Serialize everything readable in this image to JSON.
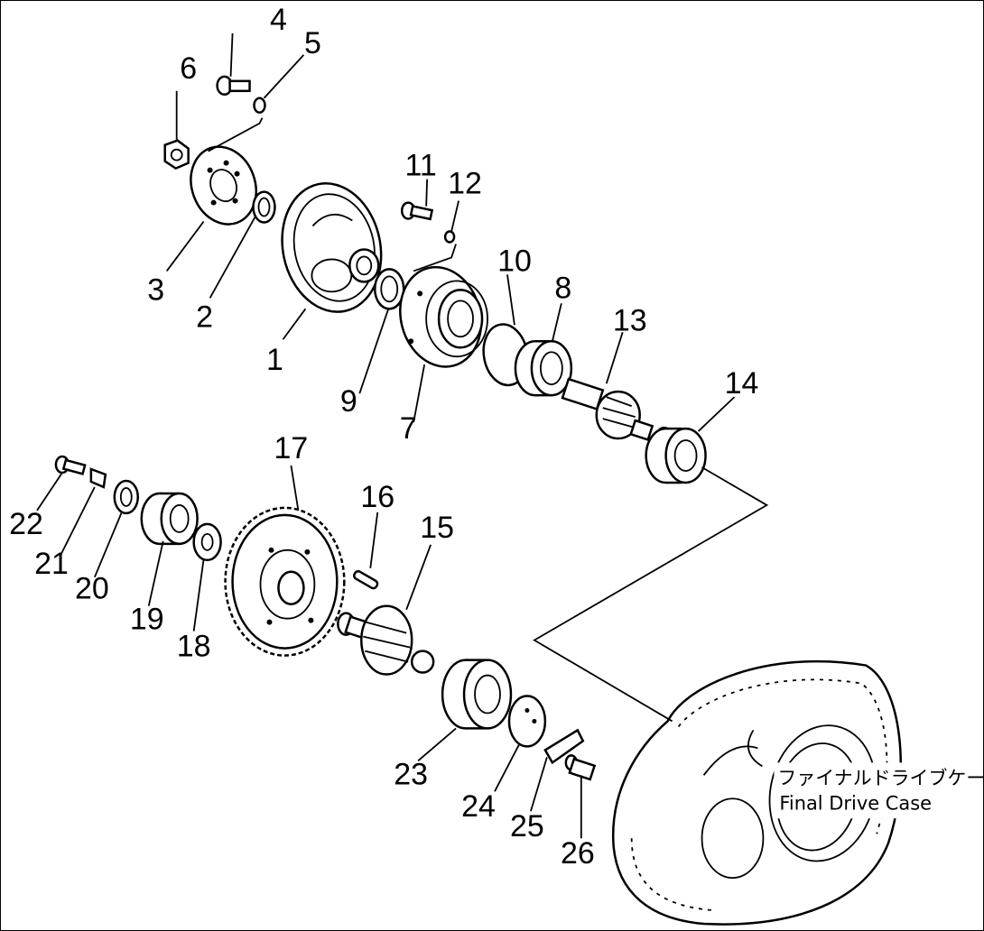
{
  "callouts": {
    "n1": "1",
    "n2": "2",
    "n3": "3",
    "n4": "4",
    "n5": "5",
    "n6": "6",
    "n7": "7",
    "n8": "8",
    "n9": "9",
    "n10": "10",
    "n11": "11",
    "n12": "12",
    "n13": "13",
    "n14": "14",
    "n15": "15",
    "n16": "16",
    "n17": "17",
    "n18": "18",
    "n19": "19",
    "n20": "20",
    "n21": "21",
    "n22": "22",
    "n23": "23",
    "n24": "24",
    "n25": "25",
    "n26": "26"
  },
  "caption": {
    "japanese": "ファイナルドライブケース",
    "english": "Final Drive Case"
  }
}
